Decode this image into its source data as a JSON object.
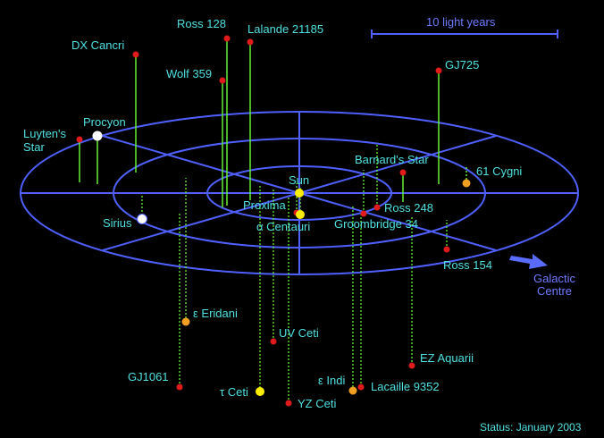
{
  "scale_label": "10 light years",
  "direction_label": [
    "Galactic",
    "Centre"
  ],
  "status_text": "Status: January 2003",
  "colors": {
    "background": "#000000",
    "grid": "#5060ff",
    "label": "#4fe0e0",
    "stem_above": "#66ee33",
    "stem_below": "#66ee33",
    "star_red": "#e01b1b",
    "star_yellow": "#ffee00",
    "star_orange": "#f0a020",
    "star_white": "#ffffff"
  },
  "center": {
    "label": "Sun"
  },
  "stars": [
    {
      "id": "ross-128",
      "name": "Ross 128",
      "color": "red",
      "above": true
    },
    {
      "id": "lalande-21185",
      "name": "Lalande 21185",
      "color": "red",
      "above": true
    },
    {
      "id": "dx-cancri",
      "name": "DX Cancri",
      "color": "red",
      "above": true
    },
    {
      "id": "wolf-359",
      "name": "Wolf 359",
      "color": "red",
      "above": true
    },
    {
      "id": "gj725",
      "name": "GJ725",
      "color": "red",
      "above": true
    },
    {
      "id": "luytens-star",
      "name": [
        "Luyten's",
        "Star"
      ],
      "color": "red",
      "above": true
    },
    {
      "id": "procyon",
      "name": "Procyon",
      "color": "white",
      "above": true
    },
    {
      "id": "barnards-star",
      "name": "Barnard's Star",
      "color": "red",
      "above": true
    },
    {
      "id": "61-cygni",
      "name": "61 Cygni",
      "color": "orange",
      "above": true
    },
    {
      "id": "ross-248",
      "name": "Ross 248",
      "color": "red",
      "above": false
    },
    {
      "id": "proxima",
      "name": "Proxima",
      "color": "red",
      "above": false
    },
    {
      "id": "alpha-centauri",
      "name": "α Centauri",
      "color": "yellow",
      "above": false
    },
    {
      "id": "groombridge-34",
      "name": "Groombridge 34",
      "color": "red",
      "above": false
    },
    {
      "id": "sirius",
      "name": "Sirius",
      "color": "white",
      "above": false
    },
    {
      "id": "ross-154",
      "name": "Ross 154",
      "color": "red",
      "above": false
    },
    {
      "id": "epsilon-eridani",
      "name": "ε Eridani",
      "color": "orange",
      "above": false
    },
    {
      "id": "uv-ceti",
      "name": "UV Ceti",
      "color": "red",
      "above": false
    },
    {
      "id": "ez-aquarii",
      "name": "EZ Aquarii",
      "color": "red",
      "above": false
    },
    {
      "id": "gj1061",
      "name": "GJ1061",
      "color": "red",
      "above": false
    },
    {
      "id": "epsilon-indi",
      "name": "ε Indi",
      "color": "orange",
      "above": false
    },
    {
      "id": "lacaille-9352",
      "name": "Lacaille 9352",
      "color": "red",
      "above": false
    },
    {
      "id": "tau-ceti",
      "name": "τ Ceti",
      "color": "yellow",
      "above": false
    },
    {
      "id": "yz-ceti",
      "name": "YZ Ceti",
      "color": "red",
      "above": false
    }
  ]
}
